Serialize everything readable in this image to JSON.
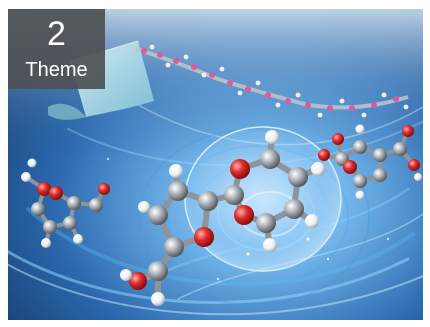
{
  "badge": {
    "number": "2",
    "label": "Theme"
  },
  "illustration": {
    "subject": "molecular-model-illustration",
    "colors": {
      "background_dark": "#163f78",
      "background_light": "#b7d4ee",
      "swirl": "#7fd0ff",
      "carbon": "#9aa0a6",
      "oxygen": "#e02b2b",
      "hydrogen": "#f4f4f4",
      "film": "#a9d6e5",
      "chain_accent": "#e05a9a"
    }
  }
}
